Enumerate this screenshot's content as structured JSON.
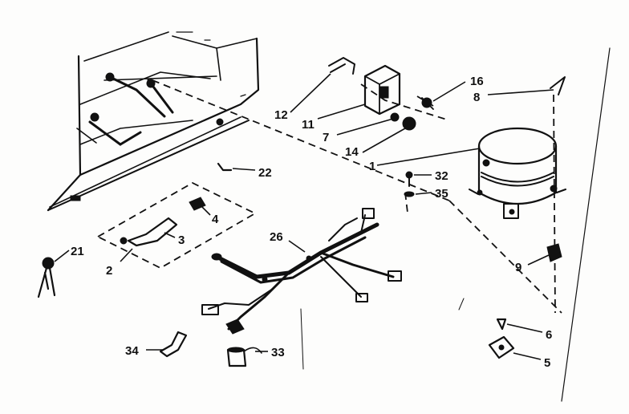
{
  "diagram": {
    "part_labels": [
      {
        "id": "p1",
        "text": "1"
      },
      {
        "id": "p2",
        "text": "2"
      },
      {
        "id": "p3",
        "text": "3"
      },
      {
        "id": "p4",
        "text": "4"
      },
      {
        "id": "p5",
        "text": "5"
      },
      {
        "id": "p6",
        "text": "6"
      },
      {
        "id": "p7",
        "text": "7"
      },
      {
        "id": "p8",
        "text": "8"
      },
      {
        "id": "p9",
        "text": "9"
      },
      {
        "id": "p11",
        "text": "11"
      },
      {
        "id": "p12",
        "text": "12"
      },
      {
        "id": "p14",
        "text": "14"
      },
      {
        "id": "p16",
        "text": "16"
      },
      {
        "id": "p21",
        "text": "21"
      },
      {
        "id": "p22",
        "text": "22"
      },
      {
        "id": "p26",
        "text": "26"
      },
      {
        "id": "p32",
        "text": "32"
      },
      {
        "id": "p33",
        "text": "33"
      },
      {
        "id": "p34",
        "text": "34"
      },
      {
        "id": "p35",
        "text": "35"
      }
    ]
  }
}
